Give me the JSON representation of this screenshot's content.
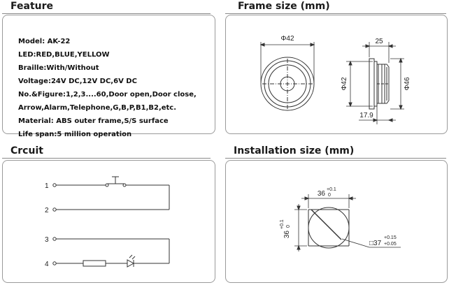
{
  "feature": {
    "title": "Feature",
    "lines": [
      "Model: AK-22",
      "LED:RED,BLUE,YELLOW",
      "Braille:With/Without",
      "Voltage:24V DC,12V DC,6V DC",
      "No.&Figure:1,2,3....60,Door open,Door close,",
      "Arrow,Alarm,Telephone,G,B,P,B1,B2,etc.",
      "Material: ABS outer frame,S/S surface",
      "Life span:5 million operation"
    ]
  },
  "frame_size": {
    "title": "Frame size (mm)",
    "front_dia": "Φ42",
    "top_width": "25",
    "left_dia": "Φ42",
    "right_dia": "Φ46",
    "bottom_width": "17.9"
  },
  "circuit": {
    "title": "Crcuit",
    "pins": [
      "1",
      "2",
      "3",
      "4"
    ]
  },
  "installation": {
    "title": "Installation size (mm)",
    "width": "36",
    "width_tol_plus": "+0.1",
    "width_tol_zero": "0",
    "height": "36",
    "height_tol_plus": "+0.1",
    "height_tol_zero": "0",
    "square": "□37",
    "square_tol_plus": "+0.15",
    "square_tol_minus": "+0.05"
  }
}
